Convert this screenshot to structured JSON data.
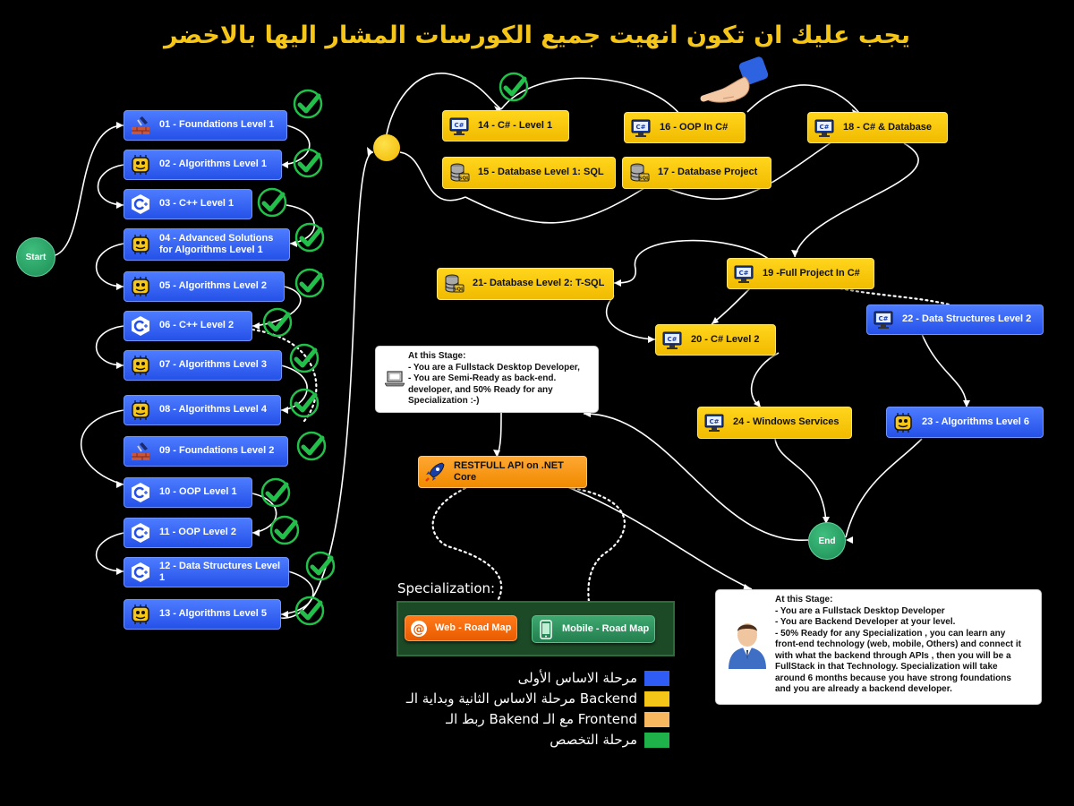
{
  "title": "يجب عليك ان تكون انهيت جميع الكورسات المشار اليها بالاخضر",
  "colors": {
    "blue": "#2f5cf5",
    "yellow": "#f5c518",
    "orange": "#f7a12b",
    "green": "#20b24a",
    "check": "#22c04a",
    "specialization_bg": "#1d4a26"
  },
  "start_label": "Start",
  "end_label": "End",
  "courses": {
    "c01": {
      "label": "01 - Foundations Level 1",
      "icon": "brick-trowel-icon",
      "completed": true
    },
    "c02": {
      "label": "02 - Algorithms Level 1",
      "icon": "brain-chip-icon",
      "completed": true
    },
    "c03": {
      "label": "03 - C++ Level 1",
      "icon": "cpp-logo-icon",
      "completed": true
    },
    "c04": {
      "label": "04 - Advanced Solutions\nfor Algorithms Level 1",
      "icon": "brain-chip-icon",
      "completed": true
    },
    "c05": {
      "label": "05 - Algorithms  Level 2",
      "icon": "brain-chip-icon",
      "completed": true
    },
    "c06": {
      "label": "06 - C++ Level 2",
      "icon": "cpp-logo-icon",
      "completed": true
    },
    "c07": {
      "label": "07 - Algorithms Level 3",
      "icon": "brain-chip-icon",
      "completed": true
    },
    "c08": {
      "label": "08 - Algorithms Level 4",
      "icon": "brain-chip-icon",
      "completed": true
    },
    "c09": {
      "label": "09 - Foundations Level 2",
      "icon": "brick-trowel-icon",
      "completed": true
    },
    "c10": {
      "label": "10 - OOP Level 1",
      "icon": "cpp-logo-icon",
      "completed": true
    },
    "c11": {
      "label": "11 - OOP Level 2",
      "icon": "cpp-logo-icon",
      "completed": true
    },
    "c12": {
      "label": "12 - Data Structures Level 1",
      "icon": "cpp-logo-icon",
      "completed": true
    },
    "c13": {
      "label": "13 - Algorithms Level 5",
      "icon": "brain-chip-icon",
      "completed": true
    },
    "c14": {
      "label": "14 - C# - Level 1",
      "icon": "csharp-monitor-icon",
      "completed": true
    },
    "c15": {
      "label": "15 - Database Level 1: SQL",
      "icon": "sql-database-icon"
    },
    "c16": {
      "label": "16 - OOP In C#",
      "icon": "csharp-monitor-icon"
    },
    "c17": {
      "label": "17 - Database Project",
      "icon": "sql-database-icon"
    },
    "c18": {
      "label": "18 - C# & Database",
      "icon": "csharp-monitor-icon"
    },
    "c19": {
      "label": "19 -Full Project In C#",
      "icon": "csharp-monitor-icon"
    },
    "c20": {
      "label": "20 - C# Level 2",
      "icon": "csharp-monitor-icon"
    },
    "c21": {
      "label": "21- Database Level 2: T-SQL",
      "icon": "sql-database-icon"
    },
    "c22": {
      "label": "22 - Data Structures Level 2",
      "icon": "csharp-monitor-icon"
    },
    "c23": {
      "label": "23 - Algorithms Level 6",
      "icon": "brain-chip-icon"
    },
    "c24": {
      "label": "24 - Windows Services",
      "icon": "csharp-monitor-icon"
    },
    "api": {
      "label": "RESTFULL API on .NET Core",
      "icon": "rocket-icon"
    }
  },
  "notes": {
    "stage1": "At this Stage:\n- You are a Fullstack Desktop Developer,\n- You are Semi-Ready as back-end.\ndeveloper, and 50% Ready for any\nSpecialization :-)",
    "stage2": "At this Stage:\n- You are a Fullstack Desktop Developer\n- You are Backend Developer at your level.\n- 50% Ready for any Specialization , you can learn any\nfront-end technology (web, mobile, Others) and connect it\nwith what the backend through APIs , then you will be a\nFullStack in that Technology. Specialization will take\naround 6 months because you have strong foundations\nand you are already a backend developer."
  },
  "specialization": {
    "title": "Specialization:",
    "web_label": "Web - Road Map",
    "web_icon": "at-sign-icon",
    "mobile_label": "Mobile - Road Map",
    "mobile_icon": "mobile-phone-icon"
  },
  "legend": [
    {
      "text": "مرحلة الاساس الأولى",
      "color": "#2f5cf5"
    },
    {
      "text": "مرحلة الاساس الثانية وبداية الـ Backend",
      "color": "#f5c518"
    },
    {
      "text": "ربط الـ Bakend مع الـ Frontend",
      "color": "#f7b860"
    },
    {
      "text": "مرحلة التخصص",
      "color": "#20b24a"
    }
  ],
  "pointer_icon": "pointing-hand-icon",
  "laptop_icon": "laptop-icon",
  "developer_icon": "developer-avatar-icon"
}
